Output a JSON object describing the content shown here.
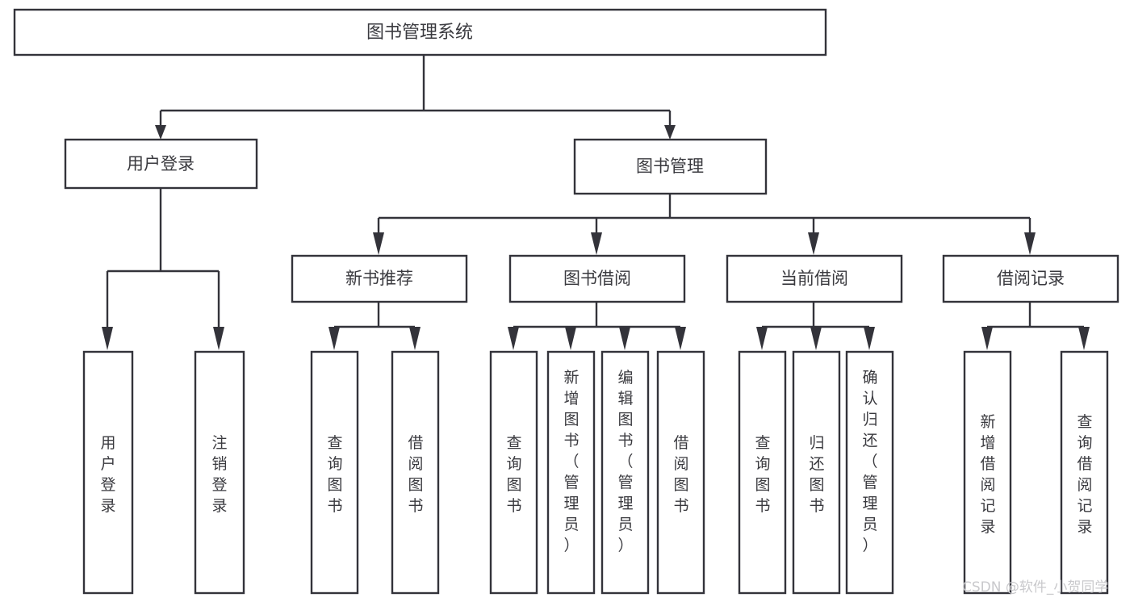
{
  "diagram": {
    "title": "图书管理系统",
    "root": {
      "label": "图书管理系统"
    },
    "level1": [
      {
        "label": "用户登录"
      },
      {
        "label": "图书管理"
      }
    ],
    "level2": [
      {
        "label": "新书推荐"
      },
      {
        "label": "图书借阅"
      },
      {
        "label": "当前借阅"
      },
      {
        "label": "借阅记录"
      }
    ],
    "leaves": {
      "user_login": [
        {
          "label": "用户登录"
        },
        {
          "label": "注销登录"
        }
      ],
      "new_book_recommend": [
        {
          "label": "查询图书"
        },
        {
          "label": "借阅图书"
        }
      ],
      "book_borrow": [
        {
          "label": "查询图书"
        },
        {
          "label": "新增图书（管理员）"
        },
        {
          "label": "编辑图书（管理员）"
        },
        {
          "label": "借阅图书"
        }
      ],
      "current_borrow": [
        {
          "label": "查询图书"
        },
        {
          "label": "归还图书"
        },
        {
          "label": "确认归还（管理员）"
        }
      ],
      "borrow_record": [
        {
          "label": "新增借阅记录"
        },
        {
          "label": "查询借阅记录"
        }
      ]
    }
  },
  "watermark": {
    "text": "CSDN @软件_小贺同学"
  },
  "colors": {
    "stroke": "#33333a",
    "text": "#3a3a3f",
    "background": "#ffffff",
    "watermark": "#c9c9cc"
  }
}
